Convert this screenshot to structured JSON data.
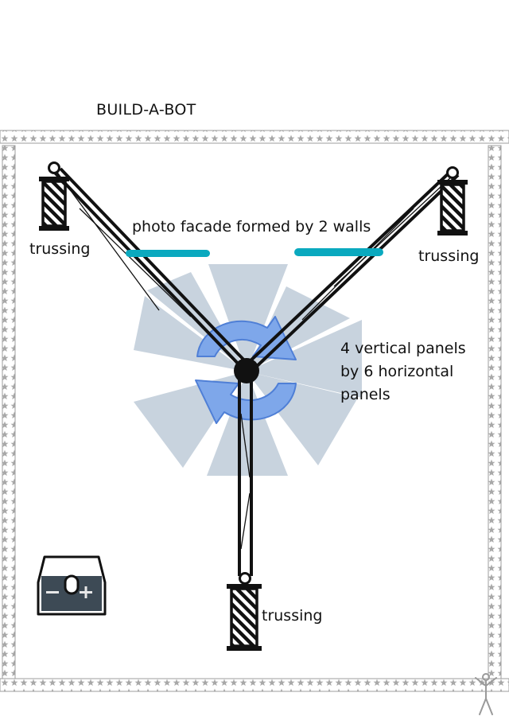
{
  "title": "BUILD-A-BOT",
  "labels": {
    "truss_top_left": "trussing",
    "truss_top_right": "trussing",
    "truss_bottom": "trussing",
    "facade": "photo facade formed by 2 walls",
    "panels_line1": "4 vertical panels",
    "panels_line2": "by 6 horizontal",
    "panels_line3": "panels"
  },
  "colors": {
    "facade_wall": "#0aa9bf",
    "sweep_zone": "#c8d3de",
    "rotation_arrow": "#7ea7ea",
    "rotation_arrow_outline": "#4f7fd6",
    "pivot": "#111111",
    "border_stars": "#9a9a9a",
    "battery_red": "#e05a3a",
    "battery_blue": "#2a8fd8",
    "battery_body": "#3d4a55"
  },
  "icons": {
    "rotation": "rotation-arrows-icon",
    "battery": "battery-icon",
    "pivot": "pivot-hub-icon",
    "person": "person-icon"
  }
}
